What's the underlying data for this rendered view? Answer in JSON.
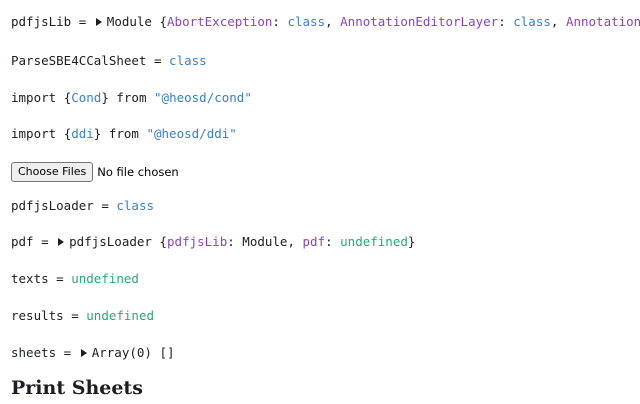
{
  "cells": {
    "pdfjsLib": {
      "name": "pdfjsLib",
      "eq": " = ",
      "type": "Module",
      "open": " {",
      "k1": "AbortException",
      "v1": "class",
      "k2": "AnnotationEditorLayer",
      "v2": "class",
      "k3": "AnnotationEditorParamsT",
      "sep": ": ",
      "comma": ", "
    },
    "parse": {
      "name": "ParseSBE4CCalSheet",
      "eq": " = ",
      "value": "class"
    },
    "import_cond": {
      "kw": "import ",
      "open": "{",
      "name": "Cond",
      "close": "}",
      "from": " from ",
      "src": "\"@heosd/cond\""
    },
    "import_ddi": {
      "kw": "import ",
      "open": "{",
      "name": "ddi",
      "close": "}",
      "from": " from ",
      "src": "\"@heosd/ddi\""
    },
    "file": {
      "button": "Choose Files",
      "status": "No file chosen"
    },
    "pdfjsLoader": {
      "name": "pdfjsLoader",
      "eq": " = ",
      "value": "class"
    },
    "pdf": {
      "name": "pdf",
      "eq": " = ",
      "type": "pdfjsLoader",
      "open": " {",
      "k1": "pdfjsLib",
      "v1": "Module",
      "k2": "pdf",
      "v2": "undefined",
      "sep": ": ",
      "comma": ", ",
      "close": "}"
    },
    "texts": {
      "name": "texts",
      "eq": " = ",
      "value": "undefined"
    },
    "results": {
      "name": "results",
      "eq": " = ",
      "value": "undefined"
    },
    "sheets": {
      "name": "sheets",
      "eq": " = ",
      "type": "Array(0)",
      "value": " []"
    }
  },
  "heading": "Print Sheets",
  "icons": {
    "lock": "unlock-icon"
  },
  "colors": {
    "keyword": "#3b7fc4",
    "key": "#8a44c1",
    "undefined": "#2aa876"
  }
}
